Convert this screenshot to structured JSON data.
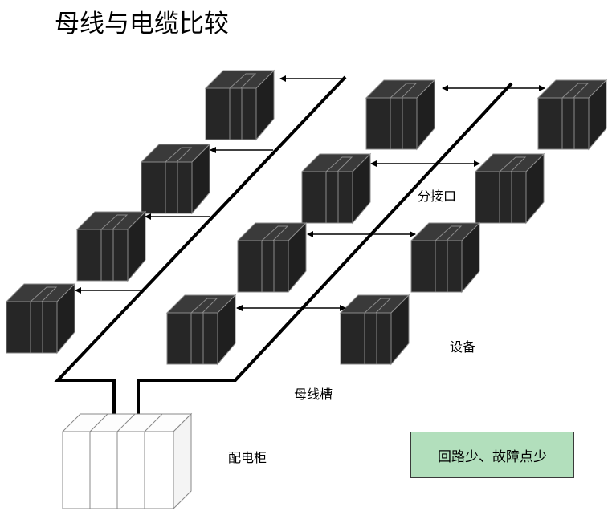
{
  "title": "母线与电缆比较",
  "labels": {
    "tap": "分接口",
    "equipment": "设备",
    "busway": "母线槽",
    "cabinet": "配电柜"
  },
  "note": "回路少、故障点少",
  "colors": {
    "box": "#2b2b2b",
    "box_edge": "#7a7a7a",
    "note_bg": "#b2dfbc",
    "line": "#000000"
  },
  "left_busway_devices": 4,
  "right_busway_taps": 4
}
